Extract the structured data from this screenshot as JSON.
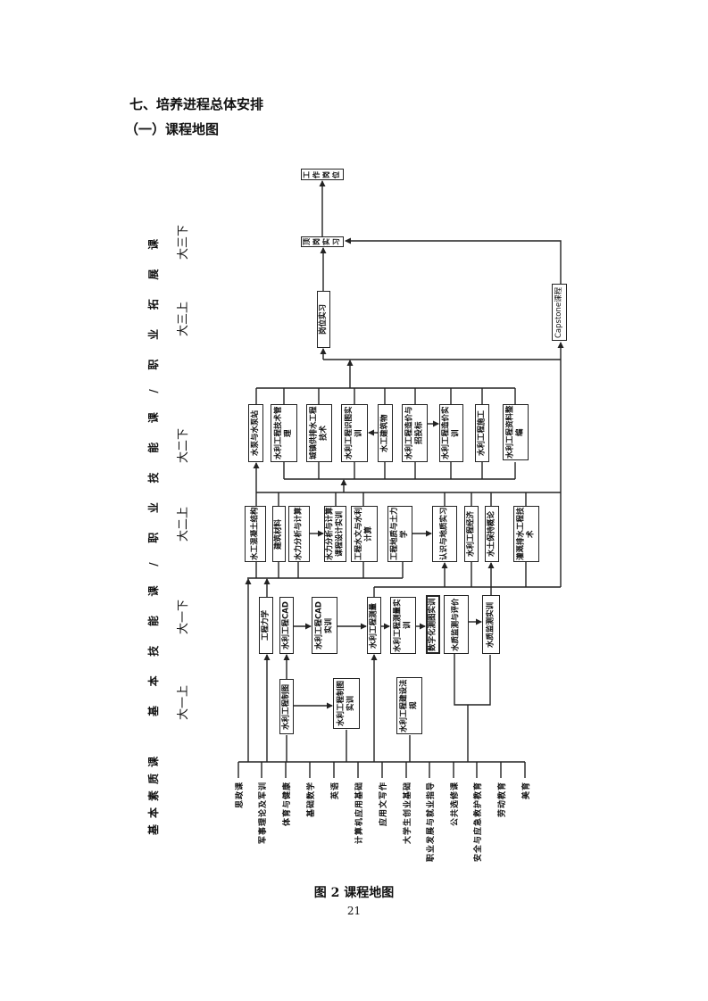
{
  "heading": {
    "section": "七、培养进程总体安排",
    "subsection": "（一）课程地图"
  },
  "side_labels": {
    "skills": "基本技能课/职业技能课/职业拓展课",
    "basic": "基本素质课"
  },
  "semesters": [
    "大三下",
    "大三上",
    "大二下",
    "大二上",
    "大一下",
    "大一上"
  ],
  "top": {
    "work": "工作岗位",
    "dinggang": "顶岗实习",
    "gangwei": "岗位实习",
    "capstone": "Capstone课程"
  },
  "y2b": [
    "水泵与水泵站",
    "水利工程技术管理",
    "城镇供排水工程技术",
    "水利工程识图实训",
    "水工建筑物",
    "水利工程造价与招投标",
    "水利工程造价实训",
    "水利工程施工",
    "水利工程资料整编"
  ],
  "y2a": [
    "水工混凝土结构",
    "建筑材料",
    "水力分析与计算",
    "水力分析与计算课程设计实训",
    "工程水文与水利计算",
    "工程地质与土力学",
    "认识与地质实习",
    "水利工程经济",
    "水土保持概论",
    "灌溉排水工程技术"
  ],
  "y1b": [
    "工程力学",
    "水利工程CAD",
    "水利工程CAD实训",
    "水利工程测量",
    "水利工程测量实训",
    "数字化测图实训",
    "水质监测与评价",
    "水质监测实训"
  ],
  "y1a": [
    "水利工程制图",
    "水利工程制图实训",
    "水利工程建设法规"
  ],
  "basic_courses": [
    "思政课",
    "军事理论及军训",
    "体育与健康",
    "基础数学",
    "英语",
    "计算机应用基础",
    "应用文写作",
    "大学生创业基础",
    "职业发展与就业指导",
    "公共选修课",
    "安全与应急救护教育",
    "劳动教育",
    "美育"
  ],
  "caption": "图 2  课程地图",
  "page_number": "21"
}
